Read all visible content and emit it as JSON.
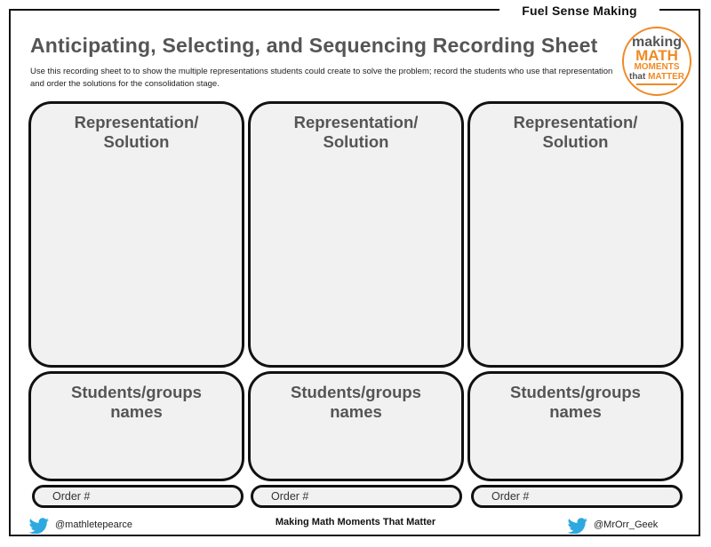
{
  "header": {
    "top_label": "Fuel Sense Making",
    "title": "Anticipating, Selecting, and Sequencing Recording Sheet",
    "instructions": "Use this recording sheet to to show the multiple representations students could create to solve the problem; record the students who use that representation and order the solutions for the consolidation stage."
  },
  "logo": {
    "line1": "making",
    "line2": "MATH",
    "line3": "MOMENTS",
    "line4a": "that ",
    "line4b": "MATTER"
  },
  "columns": [
    {
      "representation_label": "Representation/\nSolution",
      "students_label": "Students/groups\nnames",
      "order_label": "Order #"
    },
    {
      "representation_label": "Representation/\nSolution",
      "students_label": "Students/groups\nnames",
      "order_label": "Order #"
    },
    {
      "representation_label": "Representation/\nSolution",
      "students_label": "Students/groups\nnames",
      "order_label": "Order #"
    }
  ],
  "footer": {
    "left_handle": "@mathletepearce",
    "center_text": "Making Math Moments That Matter",
    "right_handle": "@MrOrr_Geek"
  },
  "colors": {
    "accent_orange": "#f08a24",
    "twitter_blue": "#2ea8e0",
    "box_fill": "#f1f1f2"
  },
  "icons": {
    "footer_left": "twitter-bird-icon",
    "footer_right": "twitter-bird-icon"
  }
}
